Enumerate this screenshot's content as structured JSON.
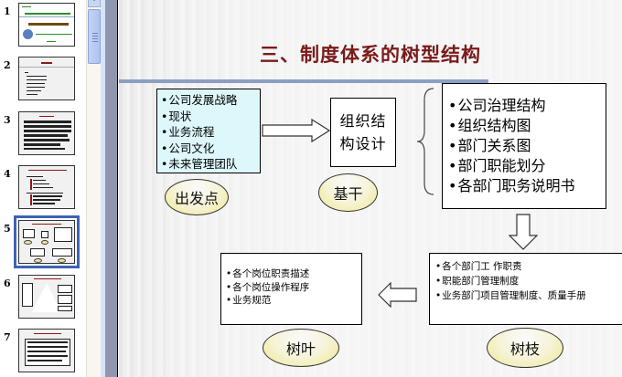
{
  "thumbnails": {
    "selected": 5,
    "items": [
      {
        "number": "1",
        "label": "Slide 1"
      },
      {
        "number": "2",
        "label": "Slide 2"
      },
      {
        "number": "3",
        "label": "Slide 3"
      },
      {
        "number": "4",
        "label": "Slide 4"
      },
      {
        "number": "5",
        "label": "Slide 5"
      },
      {
        "number": "6",
        "label": "Slide 6"
      },
      {
        "number": "7",
        "label": "Slide 7"
      }
    ]
  },
  "scrollbar": {
    "up_glyph": "˄"
  },
  "slide": {
    "title": "三、制度体系的树型结构",
    "colors": {
      "title": "#7a1a1a",
      "rule": "#8b9fc0",
      "start_box_fill": "#ddf7fa",
      "ellipse_fill": "#eee98e",
      "selected_thumb_border": "#3c64b4"
    },
    "start_box": {
      "items": [
        "公司发展战略",
        "现状",
        "业务流程",
        "公司文化",
        "未来管理团队"
      ]
    },
    "start_label": "出发点",
    "org_box": {
      "line1": "组织结",
      "line2": "构设计"
    },
    "trunk_label": "基干",
    "structure_box": {
      "items": [
        "公司治理结构",
        "组织结构图",
        "部门关系图",
        "部门职能划分",
        "各部门职务说明书"
      ]
    },
    "branch_box": {
      "items": [
        "各个部门工 作职责",
        "职能部门管理制度",
        "业务部门项目管理制度、质量手册"
      ]
    },
    "branch_label": "树枝",
    "leaf_box": {
      "items": [
        "各个岗位职责描述",
        "各个岗位操作程序",
        "业务规范"
      ]
    },
    "leaf_label": "树叶"
  }
}
